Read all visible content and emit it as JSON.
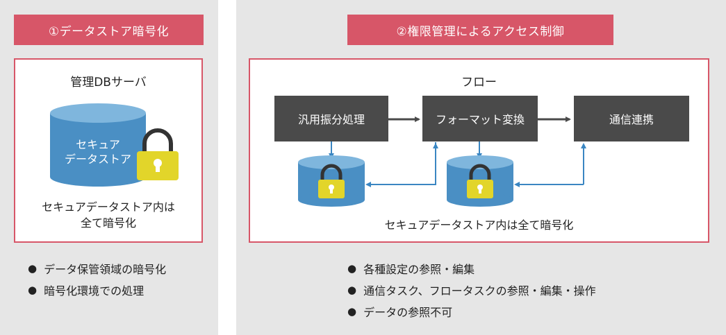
{
  "left": {
    "header": "①データストア暗号化",
    "server_title": "管理DBサーバ",
    "db_label_line1": "セキュア",
    "db_label_line2": "データストア",
    "caption_line1": "セキュアデータストア内は",
    "caption_line2": "全て暗号化",
    "bullets": [
      "データ保管領域の暗号化",
      "暗号化環境での処理"
    ]
  },
  "right": {
    "header": "②権限管理によるアクセス制御",
    "flow_title": "フロー",
    "boxes": [
      "汎用振分処理",
      "フォーマット変換",
      "通信連携"
    ],
    "caption": "セキュアデータストア内は全て暗号化",
    "bullets": [
      "各種設定の参照・編集",
      "通信タスク、フロータスクの参照・編集・操作",
      "データの参照不可"
    ]
  },
  "bullet_symbol": "●",
  "colors": {
    "accent": "#d75668",
    "panel_bg": "#e6e6e6",
    "box_bg": "#4a4a4a",
    "db_blue": "#4a8fc4",
    "db_top": "#7fb6dd",
    "lock_yellow": "#e2d52a",
    "arrow_blue": "#3a86c2",
    "arrow_dark": "#4a4a4a"
  },
  "icons": [
    "database-icon",
    "lock-icon",
    "arrow-icon"
  ]
}
